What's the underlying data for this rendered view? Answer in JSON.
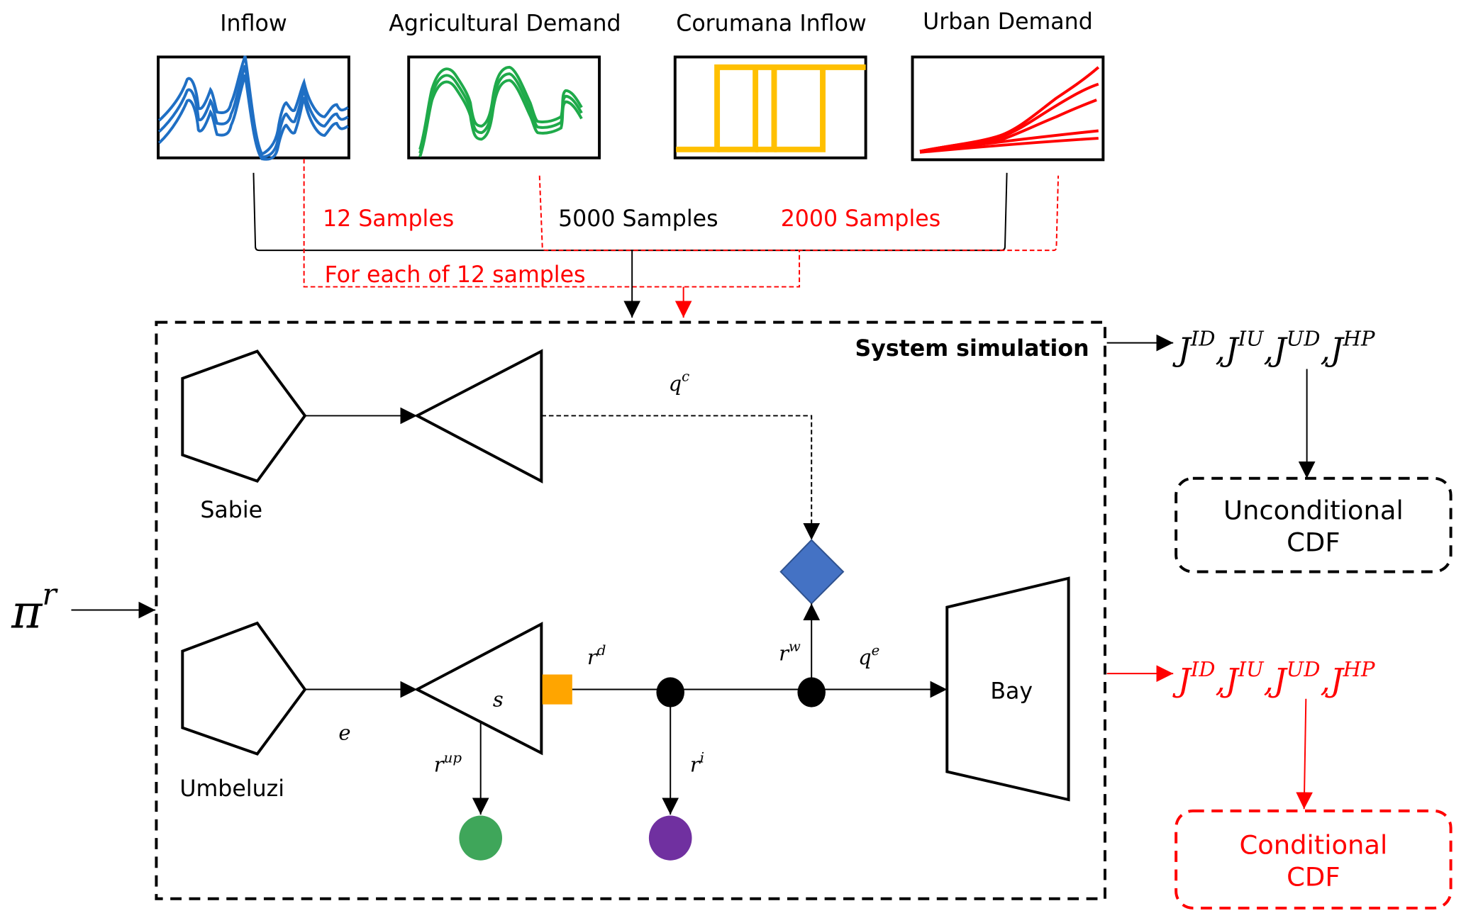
{
  "title": "System simulation workflow diagram",
  "inputs": [
    {
      "label": "Inflow",
      "color": "#1f6fc4"
    },
    {
      "label": "Agricultural Demand",
      "color": "#1faa4a"
    },
    {
      "label": "Corumana Inflow",
      "color": "#ffc000"
    },
    {
      "label": "Urban Demand",
      "color": "#ff0000"
    }
  ],
  "sampling": {
    "samples_12": "12 Samples",
    "samples_5000": "5000 Samples",
    "samples_2000": "2000 Samples",
    "for_each": "For each of 12 samples"
  },
  "simulation": {
    "title": "System simulation",
    "nodes": {
      "sabie": "Sabie",
      "umbeluzi": "Umbeluzi",
      "bay": "Bay",
      "storage": "s"
    },
    "flows": {
      "qc_base": "q",
      "qc_sup": "c",
      "e": "e",
      "rd_base": "r",
      "rd_sup": "d",
      "rup_base": "r",
      "rup_sup": "up",
      "ri_base": "r",
      "ri_sup": "i",
      "rw_base": "r",
      "rw_sup": "w",
      "qe_base": "q",
      "qe_sup": "e"
    },
    "colors": {
      "diamond": "#4472c4",
      "release_square": "#ffa500",
      "green_node": "#3fa65a",
      "purple_node": "#7030a0"
    }
  },
  "policy": {
    "base": "π",
    "sup": "r"
  },
  "outputs": {
    "objectives": [
      {
        "base": "J",
        "sup": "ID"
      },
      {
        "base": "J",
        "sup": "IU"
      },
      {
        "base": "J",
        "sup": "UD"
      },
      {
        "base": "J",
        "sup": "HP"
      }
    ],
    "unconditional_line1": "Unconditional",
    "unconditional_line2": "CDF",
    "conditional_line1": "Conditional",
    "conditional_line2": "CDF"
  },
  "colors": {
    "black_path": "#000000",
    "red_path": "#ff0000"
  }
}
